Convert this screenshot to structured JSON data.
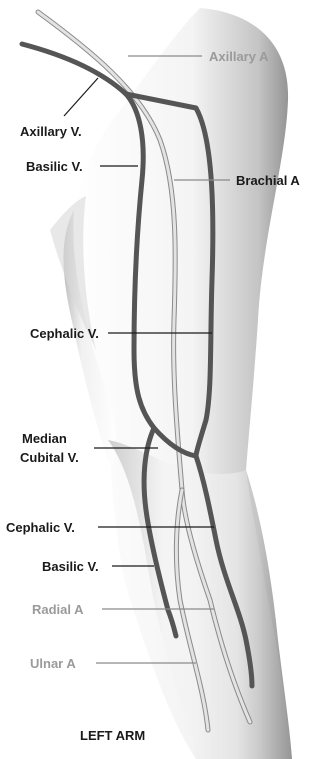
{
  "labels": {
    "axillary_a": "Axillary A",
    "axillary_v": "Axillary V.",
    "basilic_v_upper": "Basilic V.",
    "brachial_a": "Brachial A",
    "cephalic_v_upper": "Cephalic V.",
    "median_cubital_line1": "Median",
    "median_cubital_line2": "Cubital V.",
    "cephalic_v_lower": "Cephalic V.",
    "basilic_v_lower": "Basilic V.",
    "radial_a": "Radial A",
    "ulnar_a": "Ulnar A",
    "caption": "LEFT ARM"
  },
  "colors": {
    "vein": "#555555",
    "artery": "#d9d9d9",
    "artery_outline": "#8a8a8a",
    "label_dark": "#1a1a1a",
    "label_grey": "#9a9a9a",
    "skin_light": "#ffffff",
    "skin_shadow": "#8c8c8c"
  }
}
